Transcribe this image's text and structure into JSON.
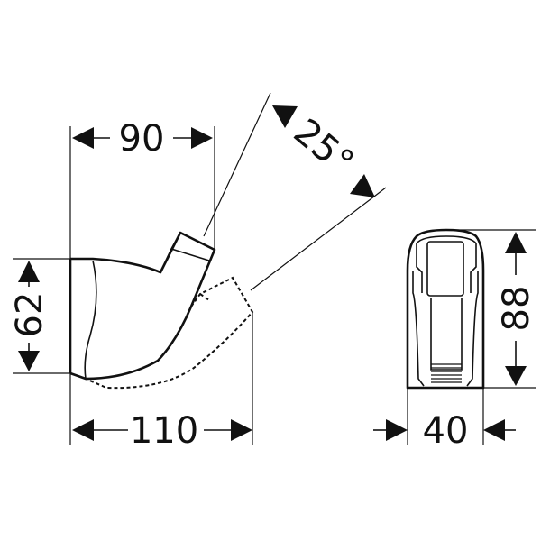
{
  "dimensions": {
    "top_width": "90",
    "angle": "25°",
    "height_left": "62",
    "bottom_width": "110",
    "side_width": "40",
    "side_height": "88"
  }
}
